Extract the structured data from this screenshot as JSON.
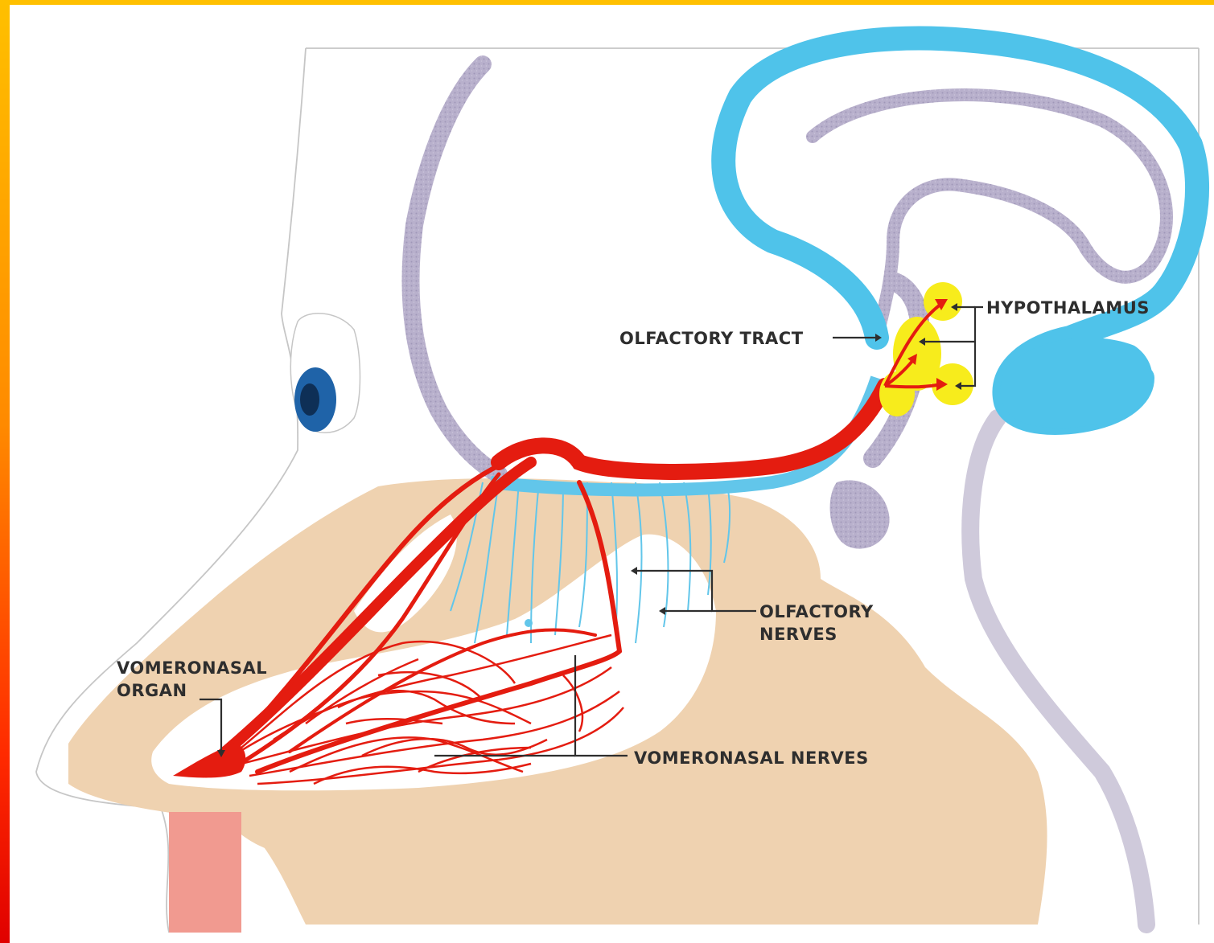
{
  "labels": {
    "hypothalamus": "HYPOTHALAMUS",
    "olfactory_tract": "OLFACTORY TRACT",
    "olfactory_nerves_line1": "OLFACTORY",
    "olfactory_nerves_line2": "NERVES",
    "vomeronasal_organ_line1": "VOMERONASAL",
    "vomeronasal_organ_line2": "ORGAN",
    "vomeronasal_nerves": "VOMERONASAL NERVES"
  },
  "colors": {
    "frame_top": "#ffc000",
    "frame_left_bottom": "#e00000",
    "nerve_red": "#e41c10",
    "ventricle_blue": "#4fc3ea",
    "olfactory_blue": "#62c6ea",
    "tissue_tan": "#efd2b0",
    "cortex_lilac": "#b8b0cc",
    "hypothalamus_yellow": "#f7ec1c",
    "eye_blue": "#1f63a8"
  }
}
